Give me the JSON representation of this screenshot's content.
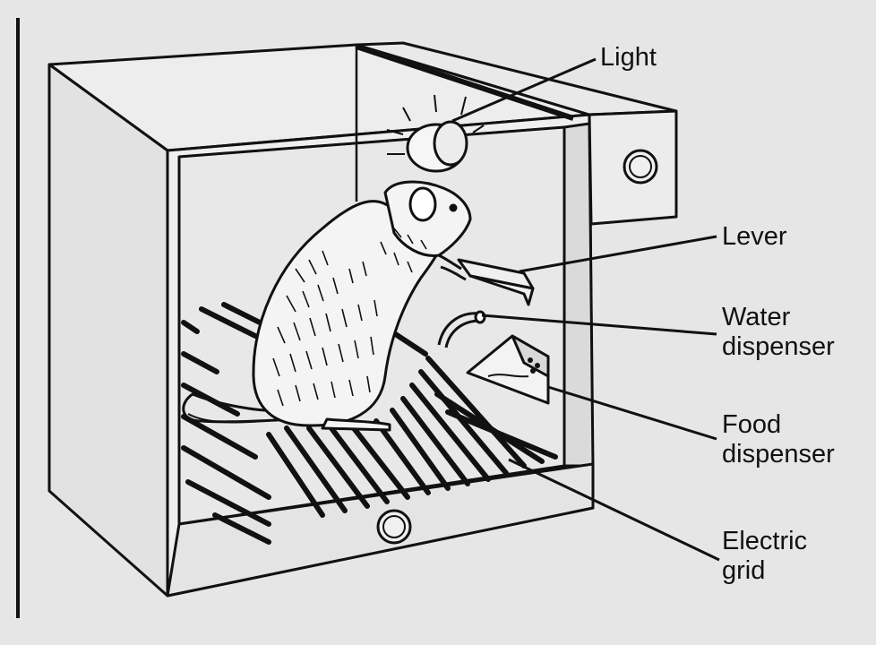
{
  "labels": {
    "light": "Light",
    "lever": "Lever",
    "water_line1": "Water",
    "water_line2": "dispenser",
    "food_line1": "Food",
    "food_line2": "dispenser",
    "grid_line1": "Electric",
    "grid_line2": "grid"
  },
  "colors": {
    "background": "#e6e6e6",
    "ink": "#111111",
    "box_face": "#ececec",
    "rat_fur": "#f4f4f4"
  }
}
